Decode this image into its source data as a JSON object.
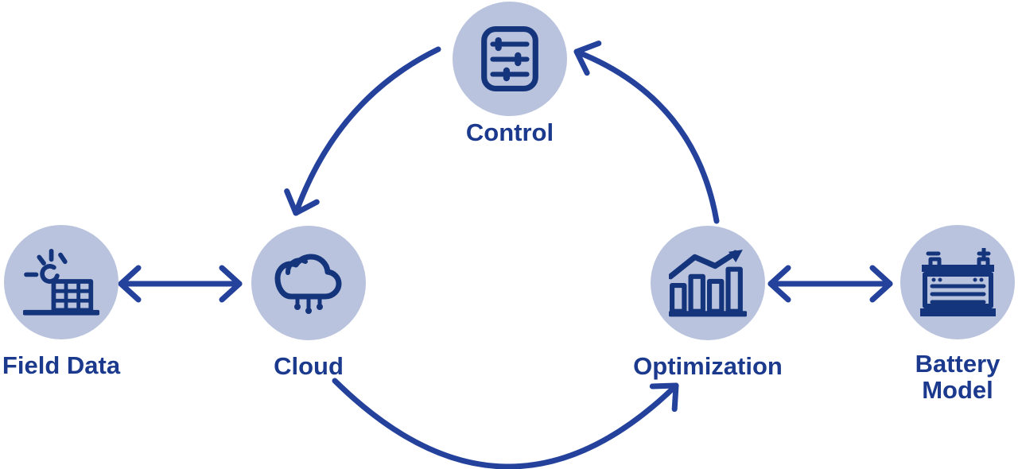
{
  "diagram": {
    "nodes": {
      "control": {
        "label": "Control",
        "icon": "sliders-icon"
      },
      "field_data": {
        "label": "Field Data",
        "icon": "solar-panel-sun-icon"
      },
      "cloud": {
        "label": "Cloud",
        "icon": "cloud-data-icon"
      },
      "optimization": {
        "label": "Optimization",
        "icon": "bar-chart-growth-icon"
      },
      "battery_model": {
        "label": "Battery Model",
        "icon": "car-battery-icon"
      }
    },
    "connections": [
      {
        "from": "field_data",
        "to": "cloud",
        "style": "straight",
        "bidirectional": true
      },
      {
        "from": "control",
        "to": "cloud",
        "style": "curved",
        "bidirectional": false
      },
      {
        "from": "cloud",
        "to": "optimization",
        "style": "curved",
        "bidirectional": false
      },
      {
        "from": "optimization",
        "to": "control",
        "style": "curved",
        "bidirectional": false
      },
      {
        "from": "optimization",
        "to": "battery_model",
        "style": "straight",
        "bidirectional": true
      }
    ],
    "colors": {
      "background": "#ffffff",
      "node_fill": "#b9c3dd",
      "icon_stroke": "#14347c",
      "label_text": "#1b3a8e",
      "arrow": "#24429c"
    }
  }
}
